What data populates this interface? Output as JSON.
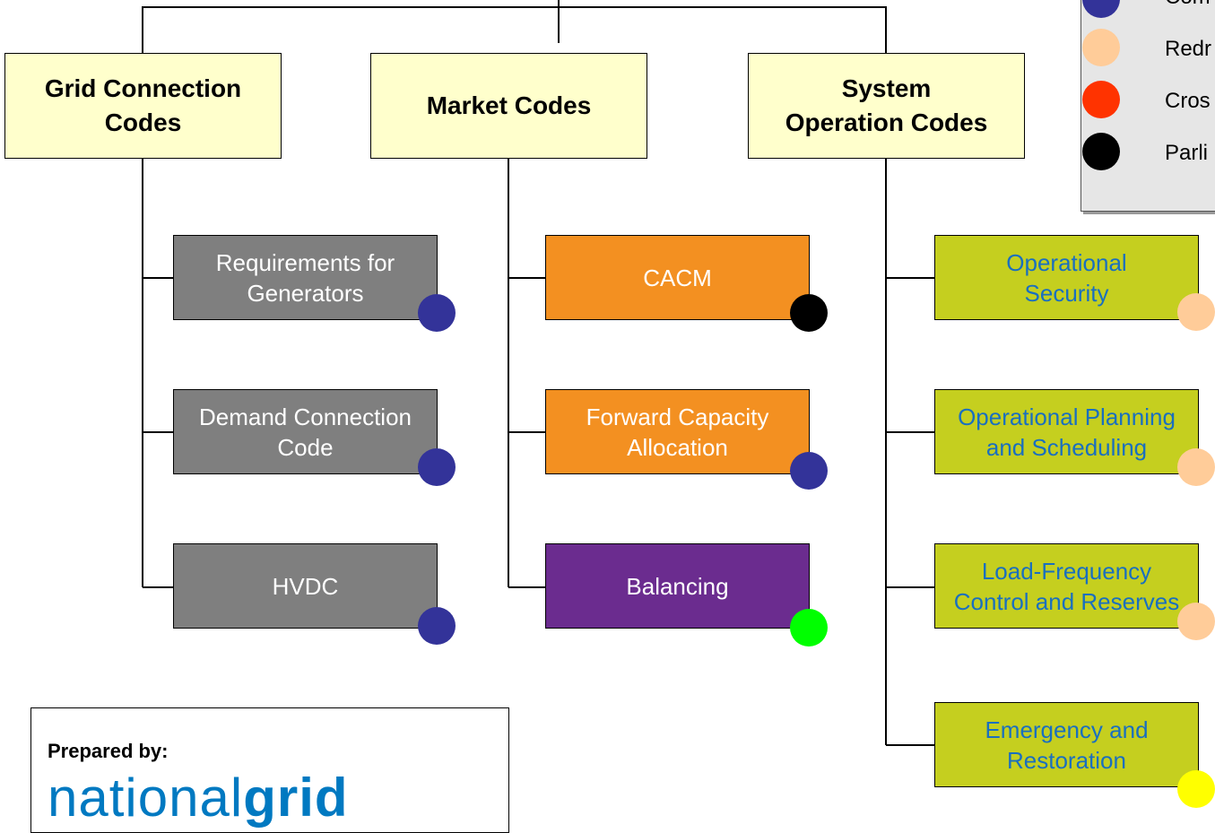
{
  "categories": [
    {
      "label_line1": "Grid Connection",
      "label_line2": "Codes"
    },
    {
      "label_line1": "Market Codes",
      "label_line2": ""
    },
    {
      "label_line1": "System",
      "label_line2": "Operation Codes"
    }
  ],
  "codes": {
    "grid": [
      {
        "line1": "Requirements for",
        "line2": "Generators",
        "status": "blue"
      },
      {
        "line1": "Demand Connection",
        "line2": "Code",
        "status": "blue"
      },
      {
        "line1": "HVDC",
        "line2": "",
        "status": "blue"
      }
    ],
    "market": [
      {
        "line1": "CACM",
        "line2": "",
        "status": "black"
      },
      {
        "line1": "Forward Capacity",
        "line2": "Allocation",
        "status": "blue"
      },
      {
        "line1": "Balancing",
        "line2": "",
        "status": "green"
      }
    ],
    "system": [
      {
        "line1": "Operational",
        "line2": "Security",
        "status": "peach"
      },
      {
        "line1": "Operational Planning",
        "line2": "and Scheduling",
        "status": "peach"
      },
      {
        "line1": "Load-Frequency",
        "line2": "Control and Reserves",
        "status": "peach"
      },
      {
        "line1": "Emergency and",
        "line2": "Restoration",
        "status": "yellow"
      }
    ]
  },
  "legend": {
    "items": [
      {
        "label": "Com",
        "color": "#333399"
      },
      {
        "label": "Redr",
        "color": "#ffcc99"
      },
      {
        "label": "Cros",
        "color": "#ff3300"
      },
      {
        "label": "Parli",
        "color": "#000000"
      }
    ]
  },
  "prepared": {
    "label": "Prepared by:",
    "logo_regular": "national",
    "logo_bold": "grid"
  },
  "colors": {
    "category_fill": "#ffffcc",
    "grid_code_fill": "#7f7f7f",
    "market_orange": "#f39021",
    "market_purple": "#6b2c8f",
    "system_lime": "#c5cf1f",
    "system_text": "#1a6fbf",
    "logo_blue": "#0079c1"
  }
}
